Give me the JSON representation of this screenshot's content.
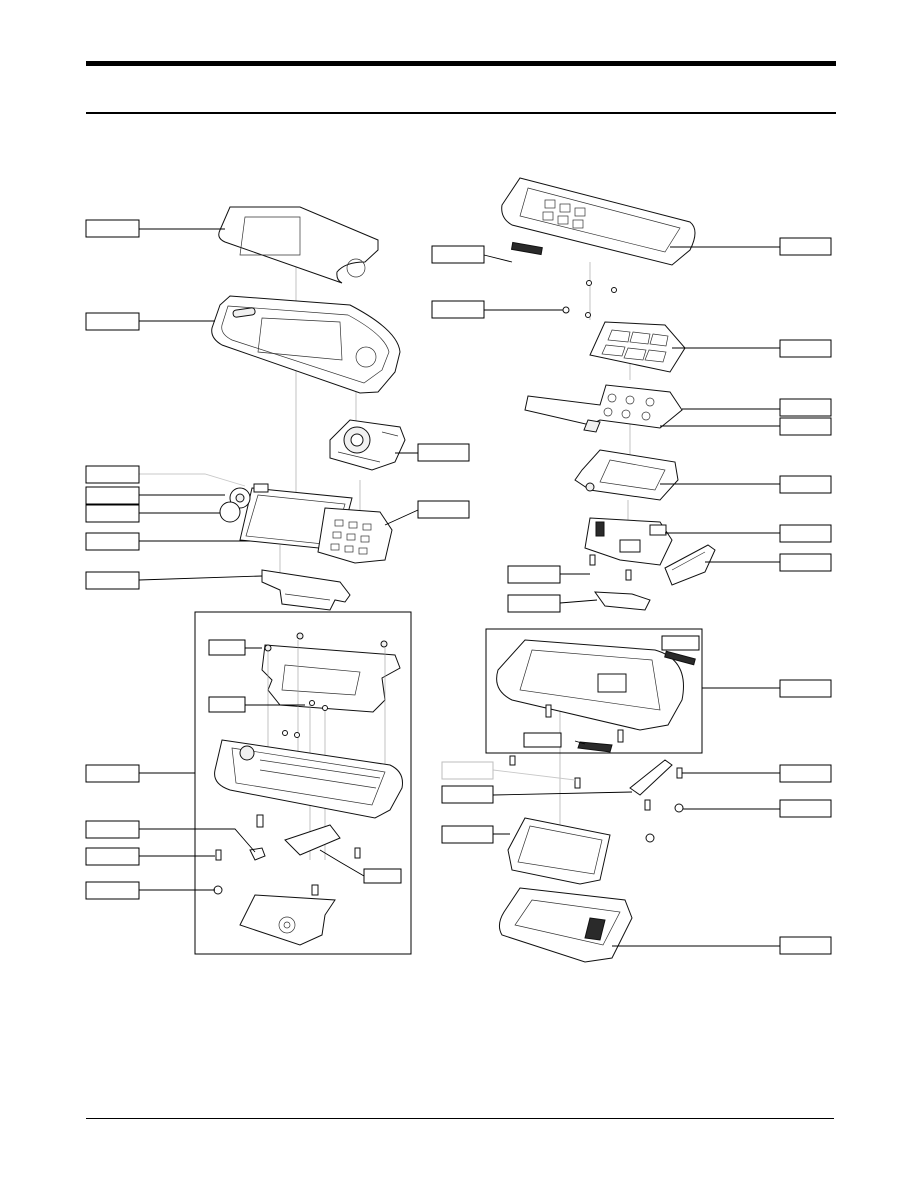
{
  "page": {
    "title": "",
    "footer_text": ""
  },
  "diagram": {
    "type": "exploded-parts-view",
    "callouts_left_count": 13,
    "callouts_right_count": 18,
    "callout_text": ""
  }
}
